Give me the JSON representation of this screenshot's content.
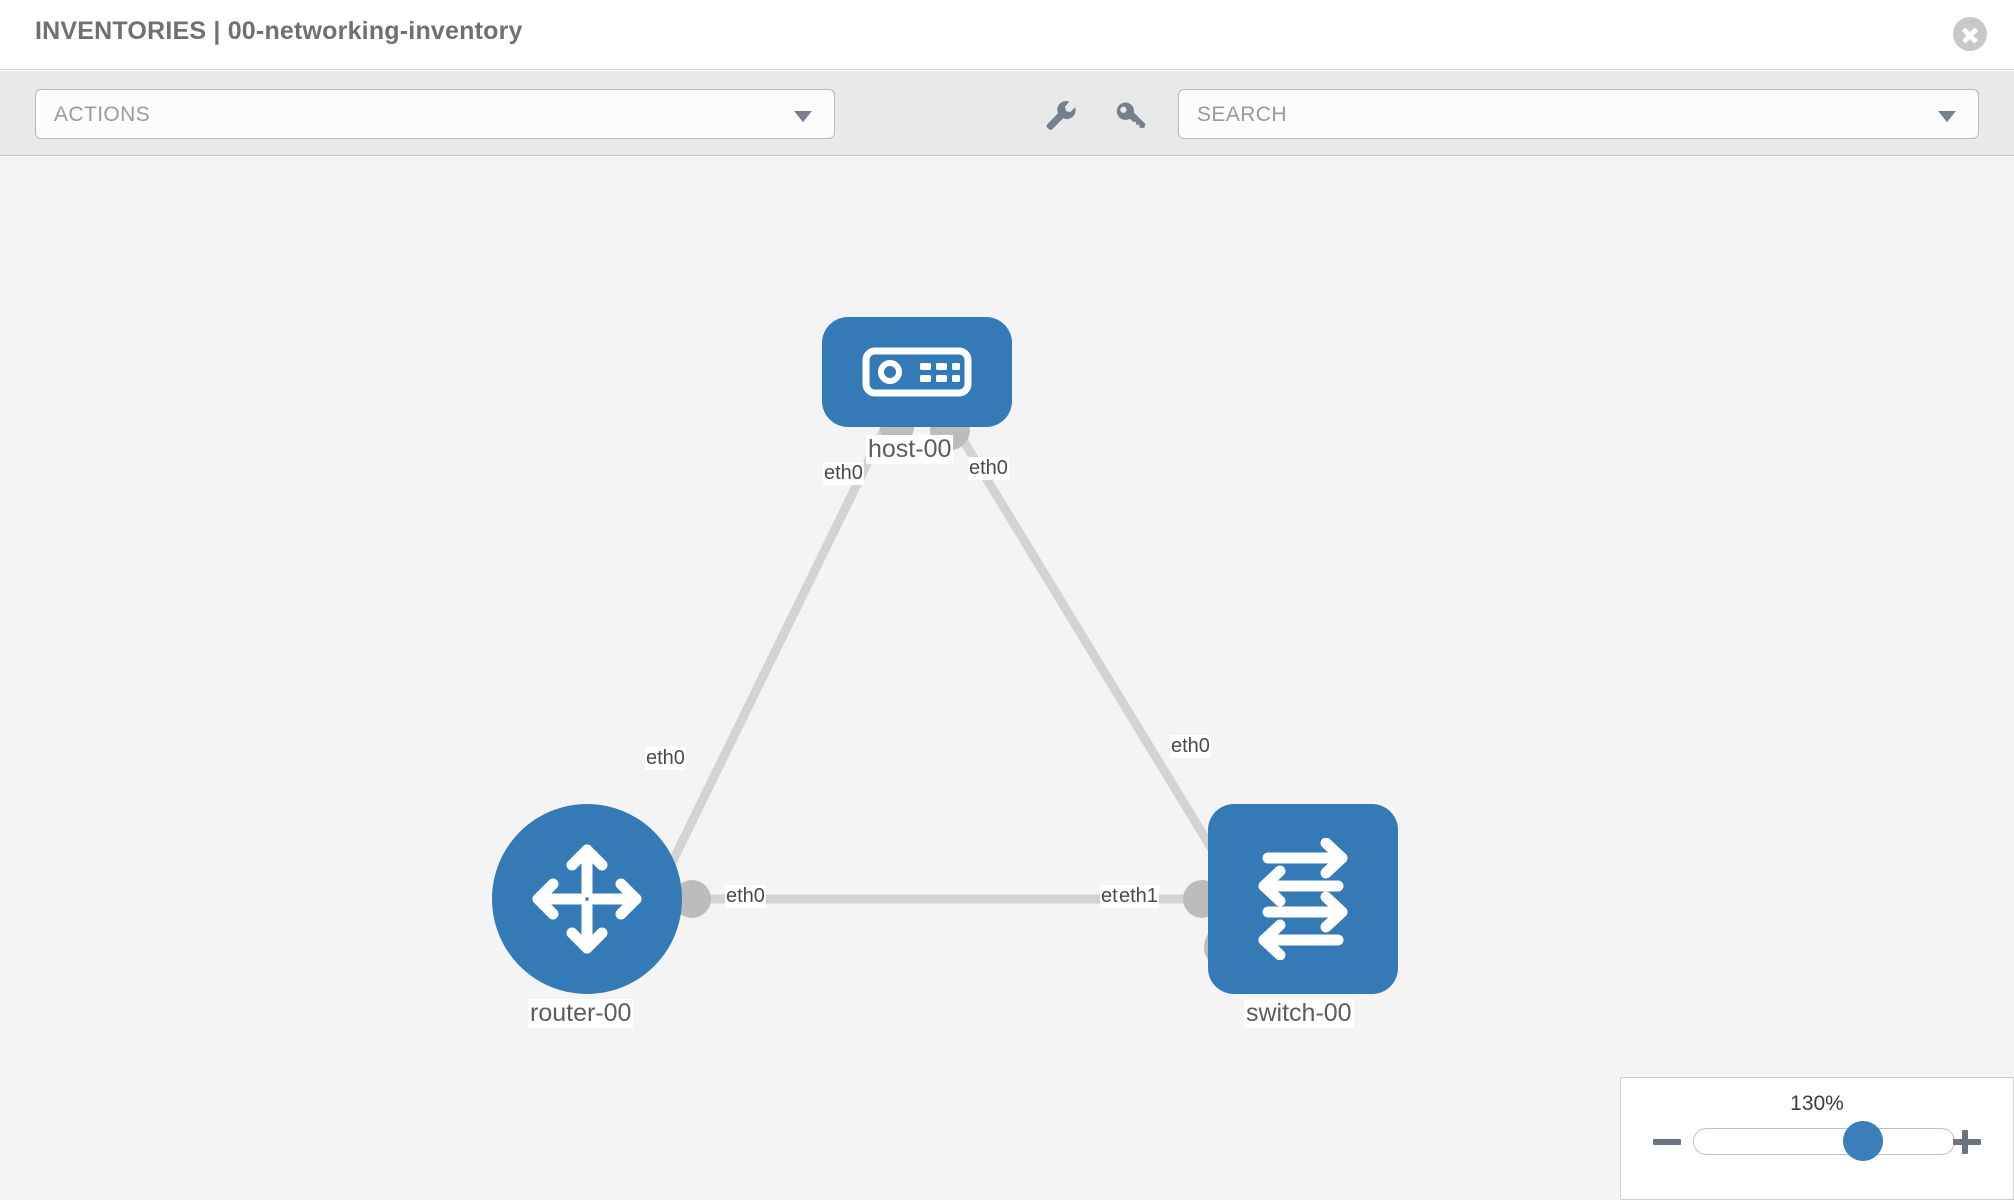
{
  "header": {
    "title": "INVENTORIES | 00-networking-inventory",
    "close_icon": "close-icon"
  },
  "toolbar": {
    "actions_label": "ACTIONS",
    "actions_chevron_icon": "chevron-down-icon",
    "wrench_icon": "wrench-icon",
    "key_icon": "key-icon",
    "search_placeholder": "SEARCH",
    "search_chevron_icon": "chevron-down-icon"
  },
  "topology": {
    "nodes": [
      {
        "id": "host-00",
        "label": "host-00",
        "type": "host",
        "icon": "server-icon",
        "color": "#337ab7"
      },
      {
        "id": "router-00",
        "label": "router-00",
        "type": "router",
        "icon": "router-arrows-icon",
        "color": "#337ab7"
      },
      {
        "id": "switch-00",
        "label": "switch-00",
        "type": "switch",
        "icon": "switch-arrows-icon",
        "color": "#337ab7"
      }
    ],
    "edge_labels": {
      "host_left": "eth0",
      "host_right": "eth0",
      "router_upper": "eth0",
      "switch_upper": "eth0",
      "router_right": "eth0",
      "switch_left_a": "eth",
      "switch_left_b": "eth1"
    },
    "link_color": "#d3d3d3",
    "knob_color": "#bcbcbc"
  },
  "zoom": {
    "value_label": "130%",
    "minus_label": "minus-button",
    "plus_label": "plus-button",
    "slider_percent": 62
  }
}
